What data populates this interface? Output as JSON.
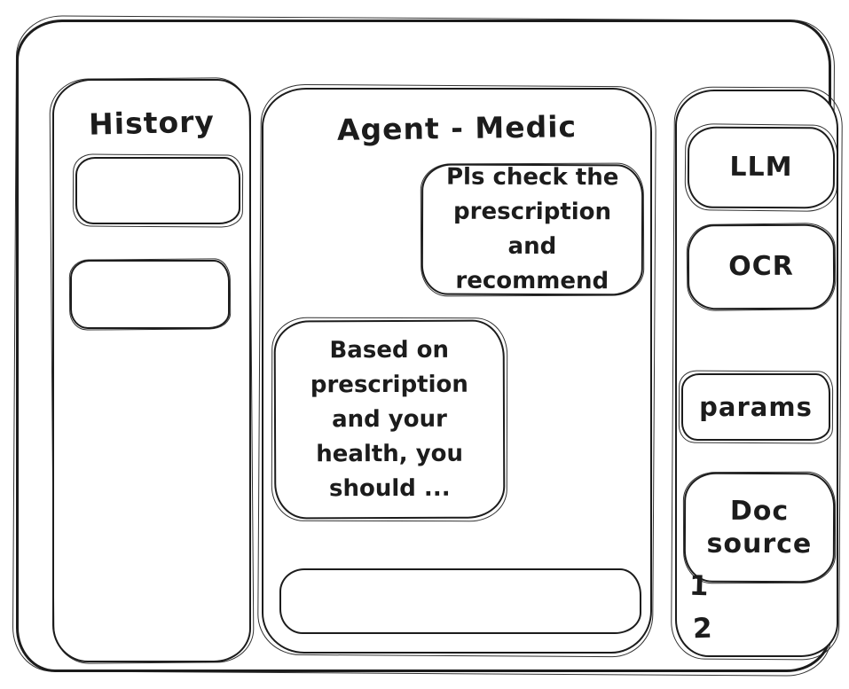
{
  "colors": {
    "ink": "#1c1c1c",
    "background": "#ffffff"
  },
  "history": {
    "title": "History",
    "items": [
      {
        "label": ""
      },
      {
        "label": ""
      }
    ]
  },
  "chat": {
    "title": "Agent - Medic",
    "messages": [
      {
        "role": "user",
        "text": "Pls check the prescription and recommend"
      },
      {
        "role": "assistant",
        "text": "Based on prescription and your health, you should ..."
      }
    ],
    "input": {
      "value": "",
      "placeholder": ""
    }
  },
  "tools": {
    "items": [
      {
        "label": "LLM"
      },
      {
        "label": "OCR"
      },
      {
        "label": "params"
      },
      {
        "label": "Doc source"
      }
    ],
    "doc_source_list": [
      {
        "label": "1"
      },
      {
        "label": "2"
      }
    ]
  }
}
